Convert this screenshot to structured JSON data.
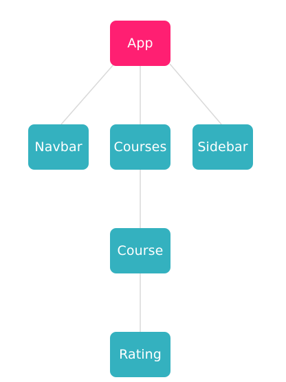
{
  "diagram": {
    "type": "component-tree",
    "nodes": [
      {
        "id": "app",
        "label": "App",
        "role": "root",
        "color": "#ff1f72"
      },
      {
        "id": "navbar",
        "label": "Navbar",
        "role": "child",
        "color": "#34b1bf"
      },
      {
        "id": "courses",
        "label": "Courses",
        "role": "child",
        "color": "#34b1bf"
      },
      {
        "id": "sidebar",
        "label": "Sidebar",
        "role": "child",
        "color": "#34b1bf"
      },
      {
        "id": "course",
        "label": "Course",
        "role": "child",
        "color": "#34b1bf"
      },
      {
        "id": "rating",
        "label": "Rating",
        "role": "child",
        "color": "#34b1bf"
      }
    ],
    "edges": [
      {
        "from": "app",
        "to": "navbar"
      },
      {
        "from": "app",
        "to": "courses"
      },
      {
        "from": "app",
        "to": "sidebar"
      },
      {
        "from": "courses",
        "to": "course"
      },
      {
        "from": "course",
        "to": "rating"
      }
    ],
    "edge_color": "#d9d9d9"
  }
}
